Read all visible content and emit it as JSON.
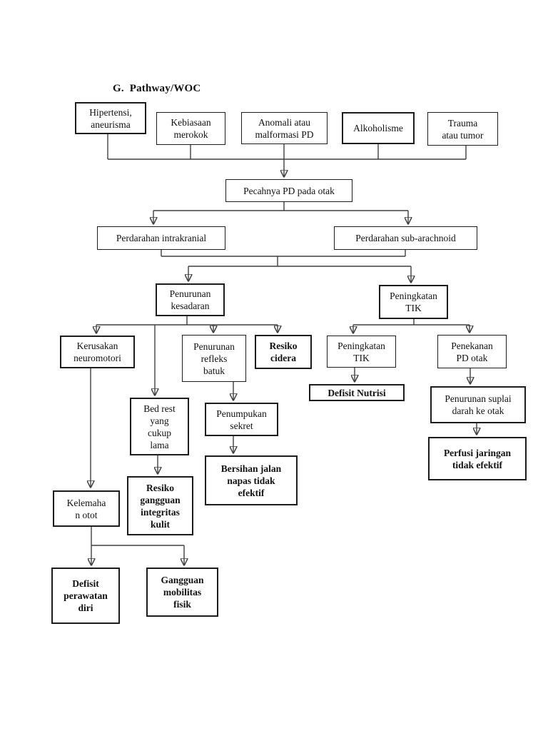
{
  "page": {
    "title": "G.  Pathway/WOC",
    "background": "#ffffff"
  },
  "diagram": {
    "colors": {
      "box_border": "#1c1c1c",
      "text": "#111111",
      "line": "#3f3f3f"
    },
    "nodes": [
      {
        "id": "hipertensi-aneurisma",
        "label": "Hipertensi,\naneurisma",
        "emphasis": false
      },
      {
        "id": "kebiasaan-merokok",
        "label": "Kebiasaan\nmerokok",
        "emphasis": false
      },
      {
        "id": "anomali-malformasi-pd",
        "label": "Anomali atau\nmalformasi PD",
        "emphasis": false
      },
      {
        "id": "alkoholisme",
        "label": "Alkoholisme",
        "emphasis": false
      },
      {
        "id": "trauma-atau-tumor",
        "label": "Trauma\natau tumor",
        "emphasis": false
      },
      {
        "id": "pecahnya-pd-pada-otak",
        "label": "Pecahnya PD pada otak",
        "emphasis": false
      },
      {
        "id": "perdarahan-intrakranial",
        "label": "Perdarahan intrakranial",
        "emphasis": false
      },
      {
        "id": "perdarahan-sub-arachnoid",
        "label": "Perdarahan sub-arachnoid",
        "emphasis": false
      },
      {
        "id": "penurunan-kesadaran",
        "label": "Penurunan\nkesadaran",
        "emphasis": false
      },
      {
        "id": "peningkatan-tik",
        "label": "Peningkatan\nTIK",
        "emphasis": false
      },
      {
        "id": "kerusakan-neuromotori",
        "label": "Kerusakan\nneuromotori",
        "emphasis": false
      },
      {
        "id": "penurunan-refleks-batuk",
        "label": "Penurunan\nrefleks\nbatuk",
        "emphasis": false
      },
      {
        "id": "resiko-cidera",
        "label": "Resiko\ncidera",
        "emphasis": true
      },
      {
        "id": "peningkatan-tik-2",
        "label": "Peningkatan\nTIK",
        "emphasis": false
      },
      {
        "id": "penekanan-pd-otak",
        "label": "Penekanan\nPD otak",
        "emphasis": false
      },
      {
        "id": "bed-rest-yang-cukup-lama",
        "label": "Bed rest\nyang\ncukup\nlama",
        "emphasis": false
      },
      {
        "id": "penumpukan-sekret",
        "label": "Penumpukan\nsekret",
        "emphasis": false
      },
      {
        "id": "defisit-nutrisi",
        "label": "Defisit Nutrisi",
        "emphasis": true
      },
      {
        "id": "penurunan-suplai-darah-ke-otak",
        "label": "Penurunan suplai\ndarah ke otak",
        "emphasis": false
      },
      {
        "id": "bersihan-jalan-napas-tidak-efektif",
        "label": "Bersihan jalan\nnapas tidak\nefektif",
        "emphasis": true
      },
      {
        "id": "perfusi-jaringan-tidak-efektif",
        "label": "Perfusi jaringan\ntidak efektif",
        "emphasis": true
      },
      {
        "id": "kelemahan-otot",
        "label": "Kelemaha\nn otot",
        "emphasis": false
      },
      {
        "id": "resiko-gangguan-integritas-kulit",
        "label": "Resiko\ngangguan\nintegritas\nkulit",
        "emphasis": true
      },
      {
        "id": "defisit-perawatan-diri",
        "label": "Defisit\nperawatan\ndiri",
        "emphasis": true
      },
      {
        "id": "gangguan-mobilitas-fisik",
        "label": "Gangguan\nmobilitas\nfisik",
        "emphasis": true
      }
    ],
    "edges": [
      {
        "from": "hipertensi-aneurisma",
        "to": "pecahnya-pd-pada-otak"
      },
      {
        "from": "kebiasaan-merokok",
        "to": "pecahnya-pd-pada-otak"
      },
      {
        "from": "anomali-malformasi-pd",
        "to": "pecahnya-pd-pada-otak"
      },
      {
        "from": "alkoholisme",
        "to": "pecahnya-pd-pada-otak"
      },
      {
        "from": "trauma-atau-tumor",
        "to": "pecahnya-pd-pada-otak"
      },
      {
        "from": "pecahnya-pd-pada-otak",
        "to": "perdarahan-intrakranial"
      },
      {
        "from": "pecahnya-pd-pada-otak",
        "to": "perdarahan-sub-arachnoid"
      },
      {
        "from": "perdarahan-intrakranial",
        "to": "penurunan-kesadaran"
      },
      {
        "from": "perdarahan-intrakranial",
        "to": "peningkatan-tik"
      },
      {
        "from": "perdarahan-sub-arachnoid",
        "to": "penurunan-kesadaran"
      },
      {
        "from": "perdarahan-sub-arachnoid",
        "to": "peningkatan-tik"
      },
      {
        "from": "penurunan-kesadaran",
        "to": "kerusakan-neuromotori"
      },
      {
        "from": "penurunan-kesadaran",
        "to": "bed-rest-yang-cukup-lama"
      },
      {
        "from": "penurunan-kesadaran",
        "to": "penurunan-refleks-batuk"
      },
      {
        "from": "penurunan-kesadaran",
        "to": "resiko-cidera"
      },
      {
        "from": "kerusakan-neuromotori",
        "to": "kelemahan-otot"
      },
      {
        "from": "bed-rest-yang-cukup-lama",
        "to": "resiko-gangguan-integritas-kulit"
      },
      {
        "from": "penurunan-refleks-batuk",
        "to": "penumpukan-sekret"
      },
      {
        "from": "penumpukan-sekret",
        "to": "bersihan-jalan-napas-tidak-efektif"
      },
      {
        "from": "kelemahan-otot",
        "to": "defisit-perawatan-diri"
      },
      {
        "from": "kelemahan-otot",
        "to": "gangguan-mobilitas-fisik"
      },
      {
        "from": "peningkatan-tik",
        "to": "peningkatan-tik-2"
      },
      {
        "from": "peningkatan-tik",
        "to": "penekanan-pd-otak"
      },
      {
        "from": "peningkatan-tik-2",
        "to": "defisit-nutrisi"
      },
      {
        "from": "penekanan-pd-otak",
        "to": "penurunan-suplai-darah-ke-otak"
      },
      {
        "from": "penurunan-suplai-darah-ke-otak",
        "to": "perfusi-jaringan-tidak-efektif"
      }
    ]
  }
}
